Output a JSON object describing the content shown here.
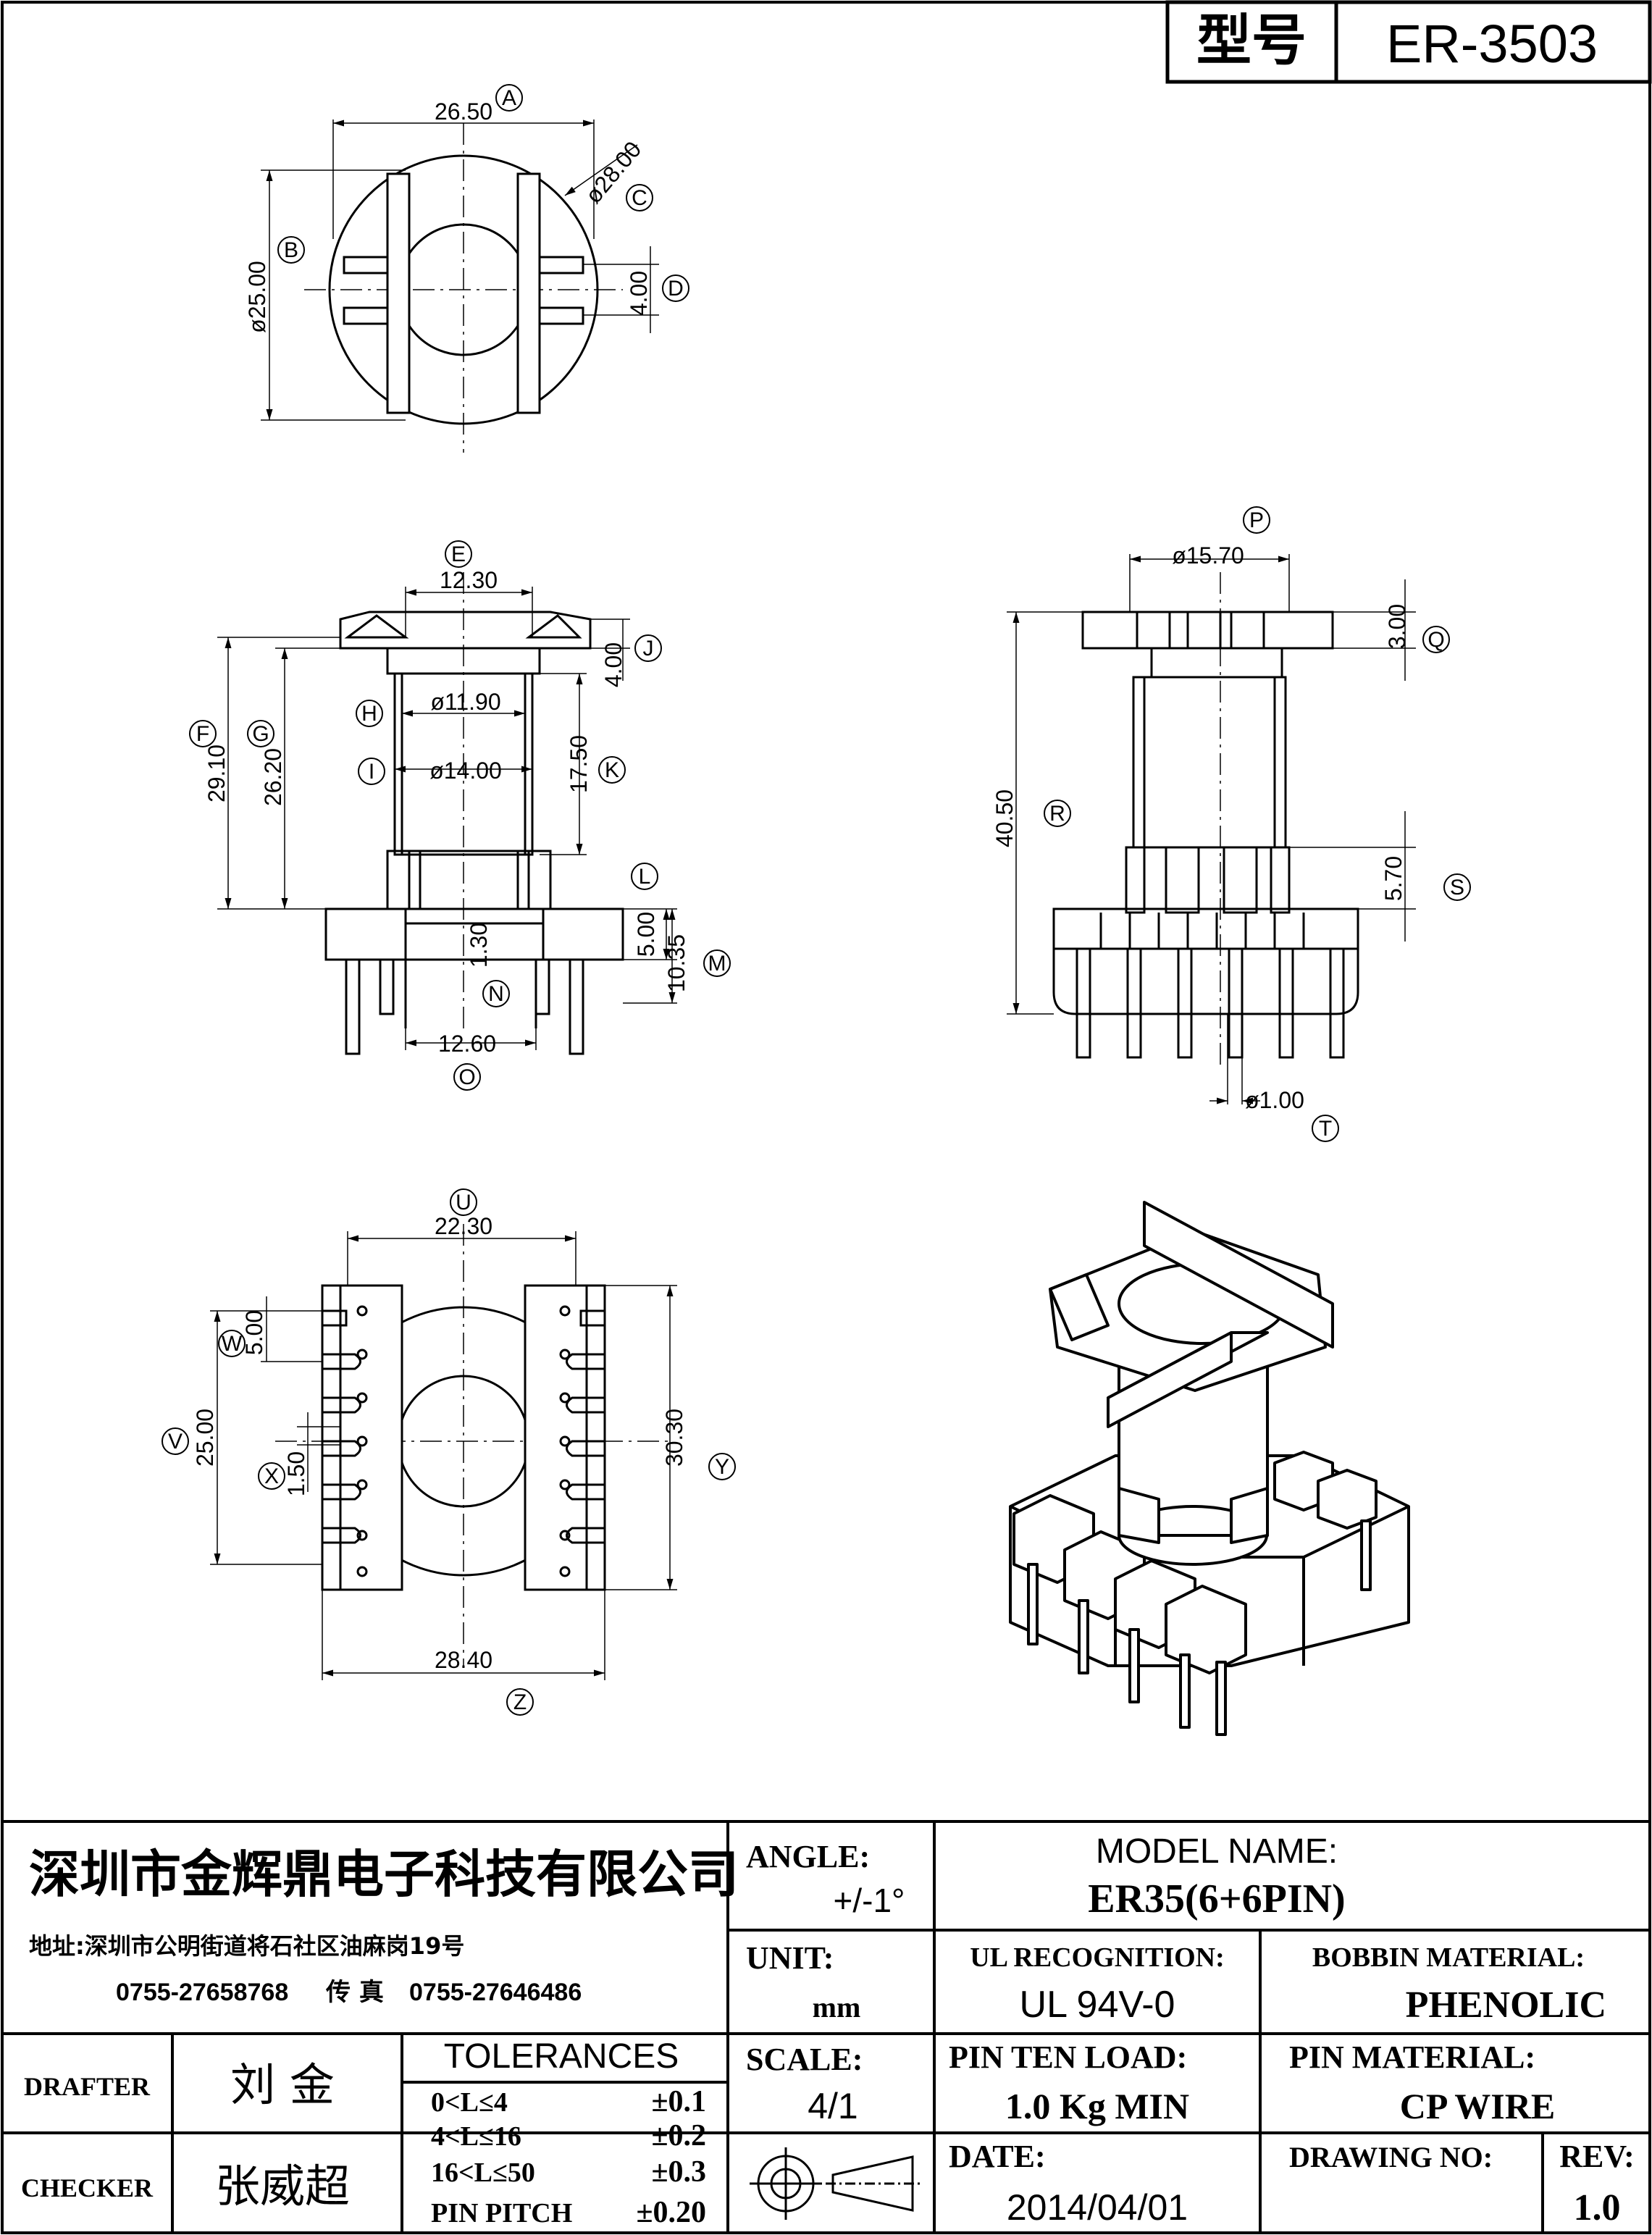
{
  "header": {
    "model_label": "型号",
    "model_value": "ER-3503"
  },
  "top_view": {
    "label_a": "A",
    "dim_a": "26.50",
    "label_b": "B",
    "dim_b": "ø25.00",
    "label_c": "C",
    "dim_c": "ø28.00",
    "label_d": "D",
    "dim_d": "4.00"
  },
  "front_view": {
    "label_e": "E",
    "dim_e": "12.30",
    "label_f": "F",
    "dim_f": "29.10",
    "label_g": "G",
    "dim_g": "26.20",
    "label_h": "H",
    "dim_h": "ø11.90",
    "label_i": "I",
    "dim_i": "ø14.00",
    "label_j": "J",
    "dim_j": "4.00",
    "label_k": "K",
    "dim_k": "17.50",
    "label_l": "L",
    "dim_l": "5.00",
    "label_m": "M",
    "dim_m": "10.35",
    "label_n": "N",
    "dim_n": "1.30",
    "label_o": "O",
    "dim_o": "12.60"
  },
  "side_view": {
    "label_p": "P",
    "dim_p": "ø15.70",
    "label_q": "Q",
    "dim_q": "3.00",
    "label_r": "R",
    "dim_r": "40.50",
    "label_s": "S",
    "dim_s": "5.70",
    "label_t": "T",
    "dim_t": "ø1.00"
  },
  "bottom_view": {
    "label_u": "U",
    "dim_u": "22.30",
    "label_v": "V",
    "dim_v": "25.00",
    "label_w": "W",
    "dim_w": "5.00",
    "label_x": "X",
    "dim_x": "1.50",
    "label_y": "Y",
    "dim_y": "30.30",
    "label_z": "Z",
    "dim_z": "28.40"
  },
  "title_block": {
    "company": "深圳市金辉鼎电子科技有限公司",
    "address": "地址:深圳市公明街道将石社区油麻岗19号",
    "phone": "0755-27658768",
    "fax_label": "传 真",
    "fax": "0755-27646486",
    "angle_label": "ANGLE:",
    "angle_value": "+/-1°",
    "model_name_label": "MODEL NAME:",
    "model_name_value": "ER35(6+6PIN)",
    "unit_label": "UNIT:",
    "unit_value": "mm",
    "ul_label": "UL RECOGNITION:",
    "ul_value": "UL 94V-0",
    "bobbin_label": "BOBBIN MATERIAL:",
    "bobbin_value": "PHENOLIC",
    "drafter_label": "DRAFTER",
    "drafter_value": "刘  金",
    "checker_label": "CHECKER",
    "checker_value": "张威超",
    "tolerances_label": "TOLERANCES",
    "tol_rows": [
      {
        "range": "0<L≤4",
        "value": "±0.1"
      },
      {
        "range": "4<L≤16",
        "value": "±0.2"
      },
      {
        "range": "16<L≤50",
        "value": "±0.3"
      },
      {
        "range": "PIN PITCH",
        "value": "±0.20"
      }
    ],
    "scale_label": "SCALE:",
    "scale_value": "4/1",
    "pin_load_label": "PIN TEN LOAD:",
    "pin_load_value": "1.0 Kg MIN",
    "pin_material_label": "PIN MATERIAL:",
    "pin_material_value": "CP WIRE",
    "date_label": "DATE:",
    "date_value": "2014/04/01",
    "drawing_no_label": "DRAWING NO:",
    "rev_label": "REV:",
    "rev_value": "1.0"
  }
}
